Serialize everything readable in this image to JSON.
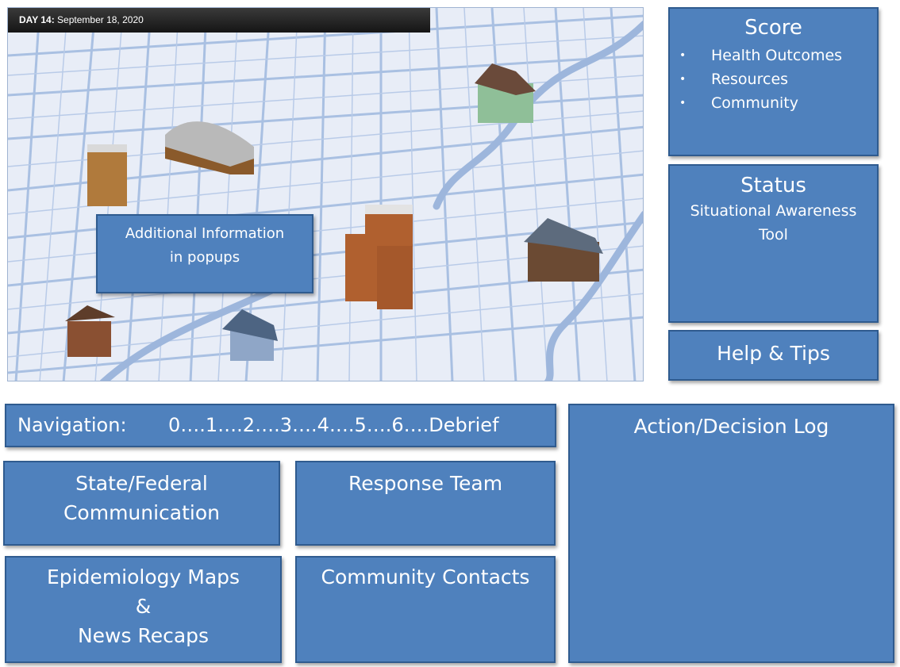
{
  "map": {
    "day_label": "DAY 14:",
    "date": "September 18, 2020",
    "popup_text": "Additional Information\nin popups"
  },
  "score": {
    "title": "Score",
    "items": [
      "Health Outcomes",
      "Resources",
      "Community"
    ]
  },
  "status": {
    "title": "Status",
    "subtitle": "Situational Awareness\nTool"
  },
  "help": {
    "label": "Help & Tips"
  },
  "navigation": {
    "label": "Navigation:",
    "steps": "0….1….2….3….4….5….6….Debrief"
  },
  "panels": {
    "state_federal": "State/Federal\nCommunication",
    "response_team": "Response Team",
    "epidemiology": "Epidemiology Maps\n&\nNews Recaps",
    "community_contacts": "Community Contacts",
    "action_log": "Action/Decision Log"
  },
  "colors": {
    "panel": "#4f81bd",
    "panel_border": "#2f5b8f",
    "road": "#a8bfe0",
    "map_bg": "#e7ecf7"
  },
  "icons": [
    "office-tower-icon",
    "hangar-icon",
    "farmhouse-icon",
    "twin-tower-icon",
    "mansion-icon",
    "brick-house-icon",
    "blue-cottage-icon"
  ]
}
